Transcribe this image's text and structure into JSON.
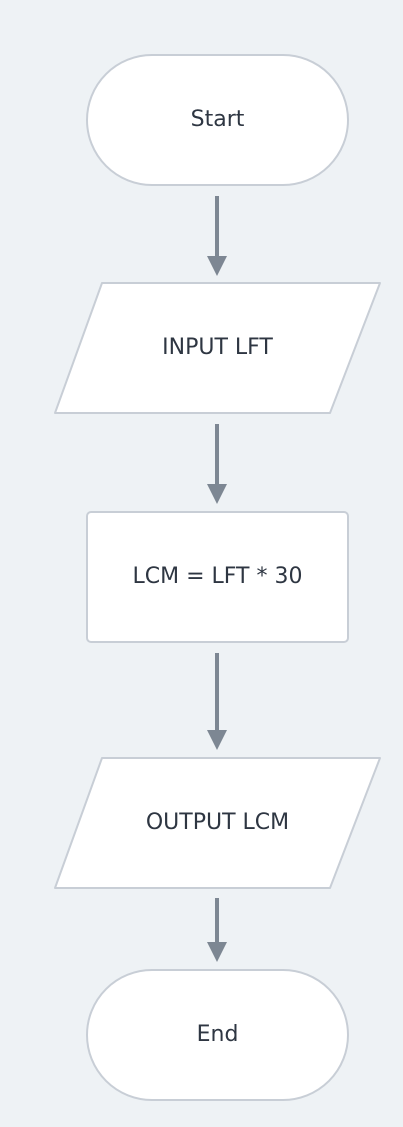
{
  "diagram": {
    "type": "flowchart",
    "colors": {
      "background": "#eef2f5",
      "node_fill": "#ffffff",
      "node_stroke": "#c8ced6",
      "arrow": "#7d8793",
      "text": "#2e3642"
    },
    "nodes": {
      "start": {
        "shape": "terminator",
        "label": "Start"
      },
      "input": {
        "shape": "parallelogram",
        "label": "INPUT LFT"
      },
      "process": {
        "shape": "rectangle",
        "label": "LCM = LFT * 30"
      },
      "output": {
        "shape": "parallelogram",
        "label": "OUTPUT LCM"
      },
      "end": {
        "shape": "terminator",
        "label": "End"
      }
    },
    "edges": [
      {
        "from": "start",
        "to": "input"
      },
      {
        "from": "input",
        "to": "process"
      },
      {
        "from": "process",
        "to": "output"
      },
      {
        "from": "output",
        "to": "end"
      }
    ]
  }
}
